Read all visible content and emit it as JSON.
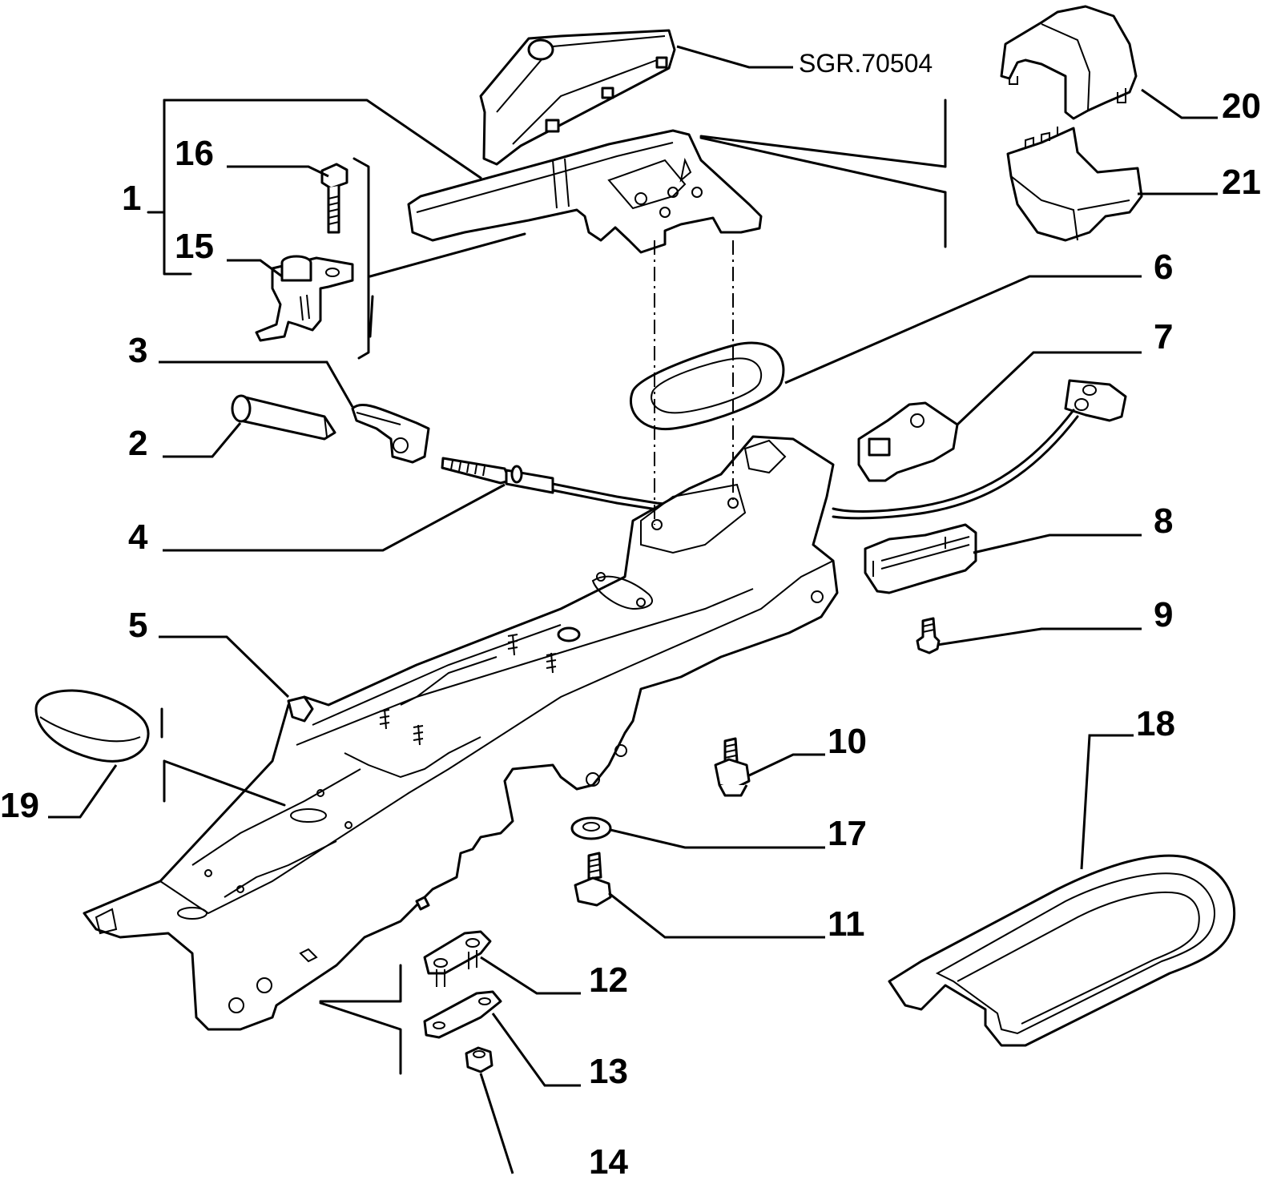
{
  "diagram": {
    "reference_code": "SGR.70504",
    "callouts": [
      {
        "id": "1",
        "text": "1"
      },
      {
        "id": "2",
        "text": "2"
      },
      {
        "id": "3",
        "text": "3"
      },
      {
        "id": "4",
        "text": "4"
      },
      {
        "id": "5",
        "text": "5"
      },
      {
        "id": "6",
        "text": "6"
      },
      {
        "id": "7",
        "text": "7"
      },
      {
        "id": "8",
        "text": "8"
      },
      {
        "id": "9",
        "text": "9"
      },
      {
        "id": "10",
        "text": "10"
      },
      {
        "id": "11",
        "text": "11"
      },
      {
        "id": "12",
        "text": "12"
      },
      {
        "id": "13",
        "text": "13"
      },
      {
        "id": "14",
        "text": "14"
      },
      {
        "id": "15",
        "text": "15"
      },
      {
        "id": "16",
        "text": "16"
      },
      {
        "id": "17",
        "text": "17"
      },
      {
        "id": "18",
        "text": "18"
      },
      {
        "id": "19",
        "text": "19"
      },
      {
        "id": "20",
        "text": "20"
      },
      {
        "id": "21",
        "text": "21"
      }
    ]
  }
}
